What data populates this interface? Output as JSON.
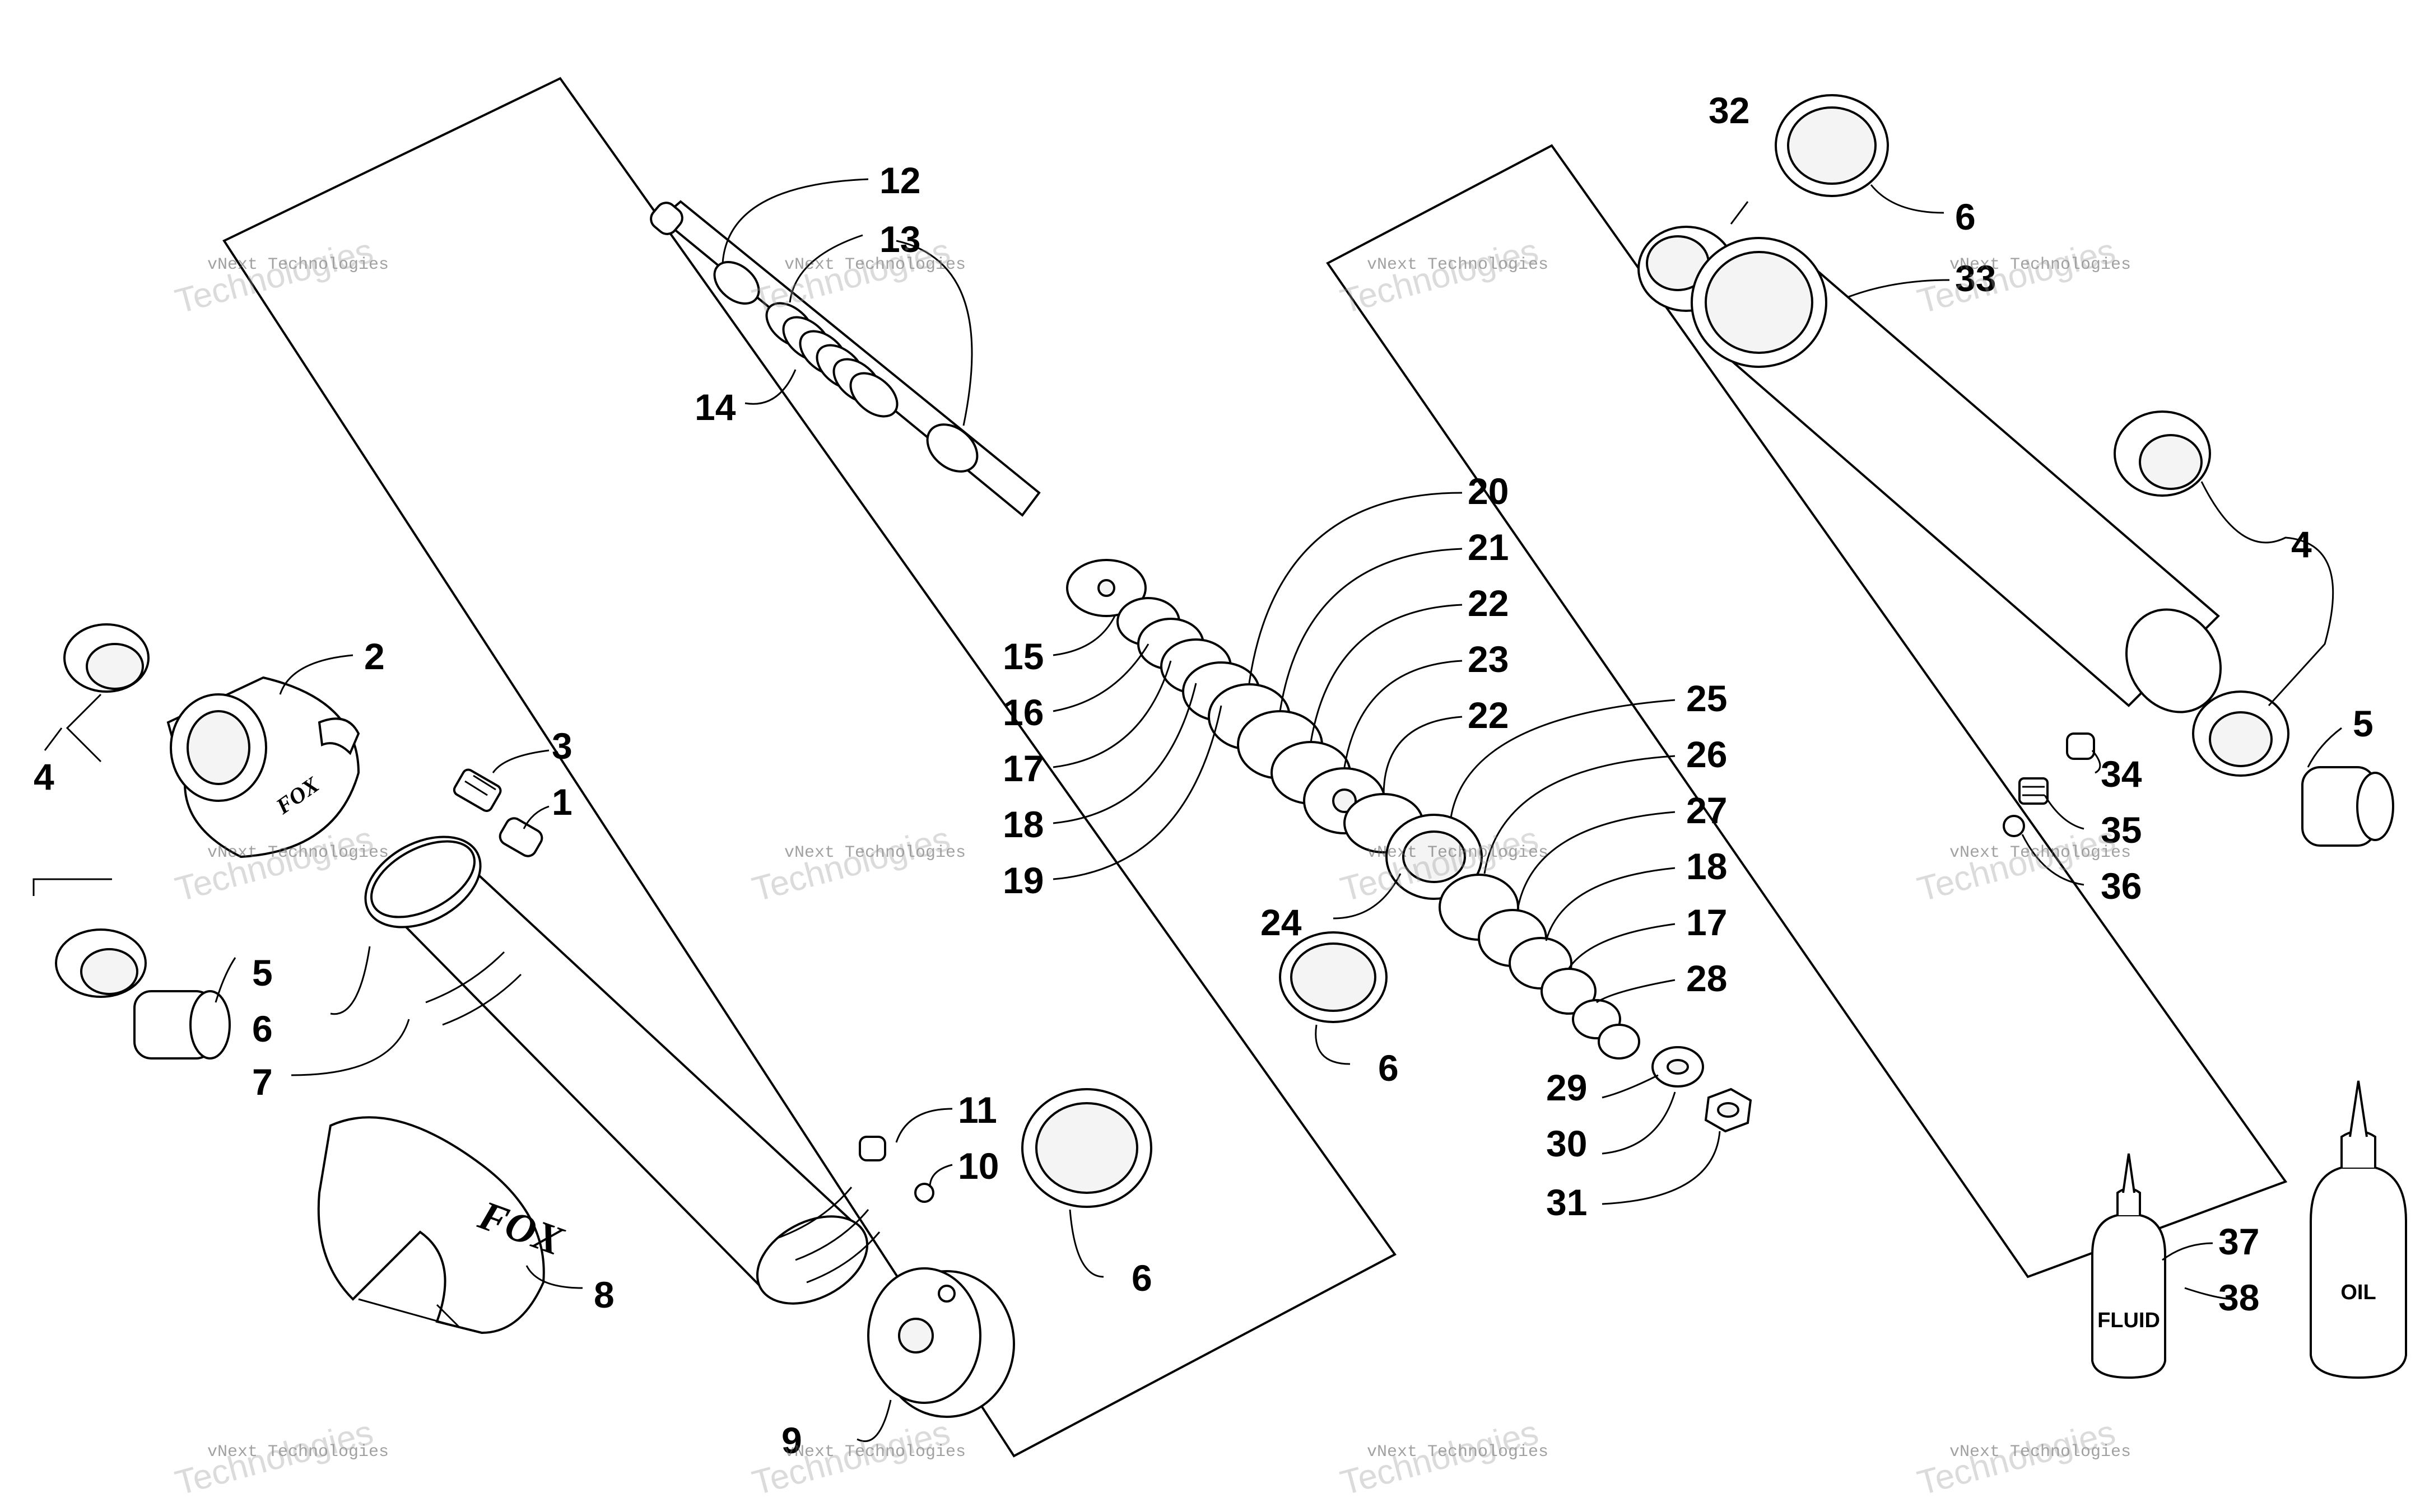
{
  "watermark": {
    "line1": "vNext Technologies",
    "line2": "Technologies",
    "line3": "vNext"
  },
  "callouts": {
    "c1": "1",
    "c2": "2",
    "c3": "3",
    "c4a": "4",
    "c4b": "4",
    "c5a": "5",
    "c5b": "5",
    "c6a": "6",
    "c6b": "6",
    "c6c": "6",
    "c6d": "6",
    "c7": "7",
    "c8": "8",
    "c9": "9",
    "c10": "10",
    "c11": "11",
    "c12": "12",
    "c13": "13",
    "c14": "14",
    "c15": "15",
    "c16": "16",
    "c17a": "17",
    "c17b": "17",
    "c18a": "18",
    "c18b": "18",
    "c19": "19",
    "c20": "20",
    "c21": "21",
    "c22a": "22",
    "c22b": "22",
    "c23": "23",
    "c24": "24",
    "c25": "25",
    "c26": "26",
    "c27": "27",
    "c28": "28",
    "c29": "29",
    "c30": "30",
    "c31": "31",
    "c32": "32",
    "c33": "33",
    "c34": "34",
    "c35": "35",
    "c36": "36",
    "c37": "37",
    "c38": "38"
  },
  "labels": {
    "fox_brand": "FOX",
    "fox_brand_can": "FOX",
    "fluid_bottle": "FLUID",
    "oil_bottle": "OIL"
  }
}
